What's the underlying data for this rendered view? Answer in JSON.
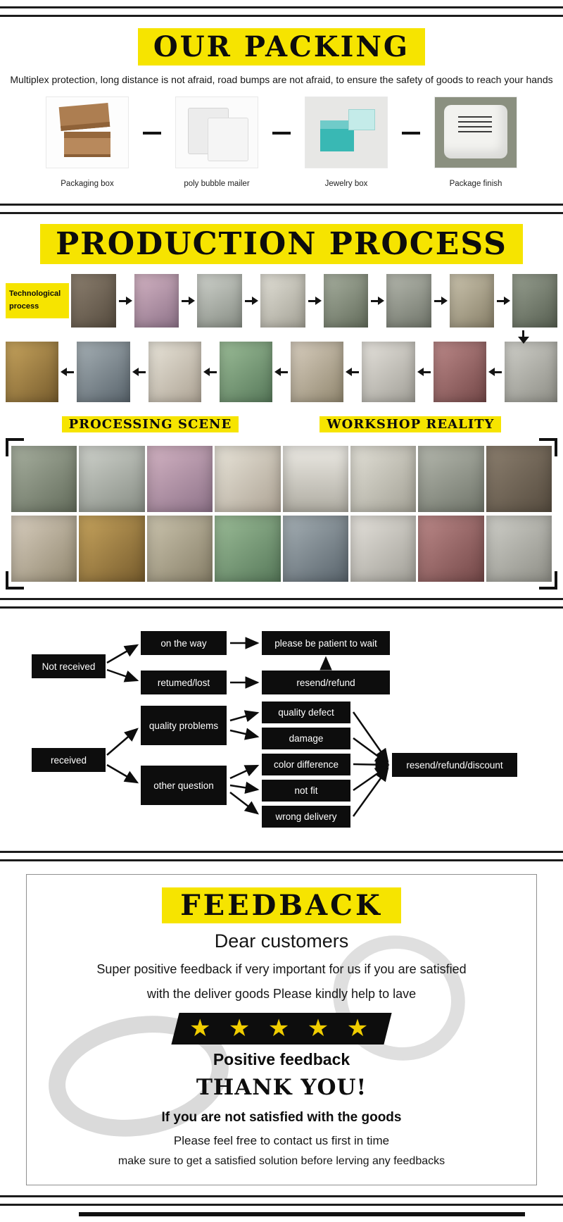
{
  "packing": {
    "title": "OUR PACKING",
    "subtitle": "Multiplex protection, long distance is not afraid, road bumps are not afraid, to ensure the safety of goods to reach your hands",
    "items": [
      {
        "label": "Packaging box"
      },
      {
        "label": "poly bubble mailer"
      },
      {
        "label": "Jewelry box"
      },
      {
        "label": "Package finish"
      }
    ]
  },
  "production": {
    "title": "PRODUCTION PROCESS",
    "process_label_line1": "Technological",
    "process_label_line2": "process",
    "scene_title": "PROCESSING SCENE",
    "workshop_title": "WORKSHOP REALITY"
  },
  "flowchart": {
    "not_received": "Not received",
    "received": "received",
    "on_the_way": "on the way",
    "returned_lost": "retumed/lost",
    "patient_wait": "please be patient to wait",
    "resend_refund": "resend/refund",
    "quality_problems": "quality problems",
    "other_question": "other question",
    "quality_defect": "quality defect",
    "damage": "damage",
    "color_difference": "color difference",
    "not_fit": "not fit",
    "wrong_delivery": "wrong delivery",
    "resolution": "resend/refund/discount"
  },
  "feedback": {
    "title": "FEEDBACK",
    "greeting": "Dear customers",
    "line1": "Super positive feedback if very important for us if you are satisfied",
    "line2": "with the deliver goods Please kindly help to lave",
    "stars": "★ ★ ★ ★ ★",
    "positive_label": "Positive feedback",
    "thanks": "THANK YOU!",
    "warning": "If you are not satisfied with the goods",
    "contact_line": "Please feel free to contact us first in time",
    "solution_line": "make sure to get a satisfied solution before lerving any feedbacks"
  },
  "colors": {
    "highlight_yellow": "#f6e400",
    "flow_box_black": "#0d0d0d",
    "star_yellow": "#f0cd00"
  }
}
